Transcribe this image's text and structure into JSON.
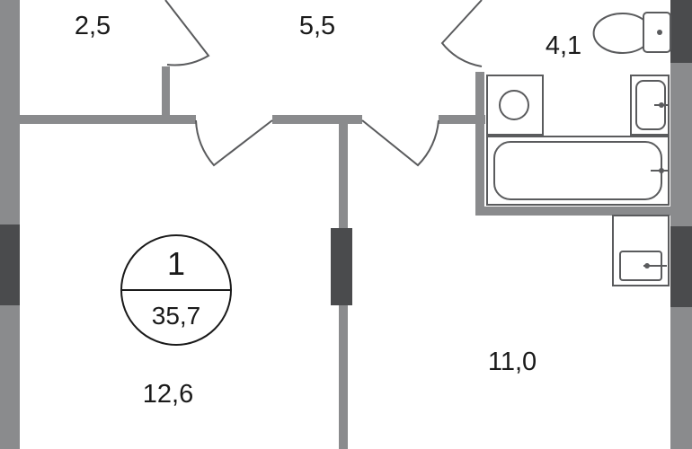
{
  "plan": {
    "unit_badge": {
      "number": "1",
      "total_area": "35,7"
    },
    "rooms": [
      {
        "id": "closet",
        "area": "2,5"
      },
      {
        "id": "hallway",
        "area": "5,5"
      },
      {
        "id": "bathroom",
        "area": "4,1"
      },
      {
        "id": "bedroom",
        "area": "12,6"
      },
      {
        "id": "kitchen",
        "area": "11,0"
      }
    ],
    "colors": {
      "wall": "#8a8b8d",
      "wall_dark": "#4a4b4d",
      "fixture_stroke": "#5a5b5d",
      "text": "#1a1a1a"
    }
  }
}
